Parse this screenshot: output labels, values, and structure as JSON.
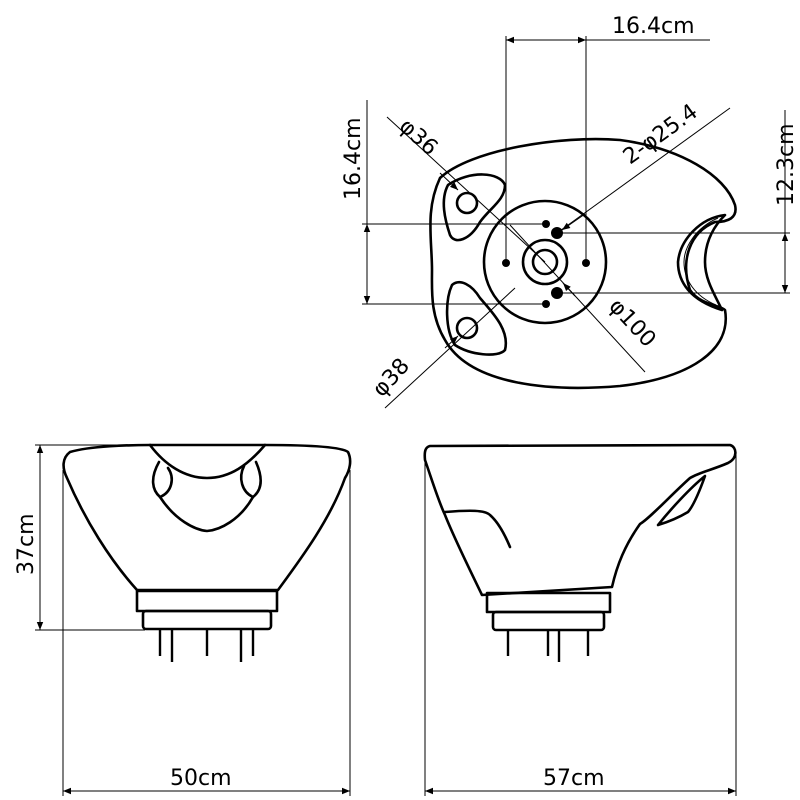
{
  "diagram": {
    "title": "Shampoo bowl dimension drawing",
    "views": {
      "top": {
        "labels": {
          "top_width": "16.4cm",
          "left_height": "16.4cm",
          "right_height": "12.3cm",
          "hole_top_left": "φ36",
          "hole_bottom_left": "φ38",
          "mount_holes": "2-φ25.4",
          "base_diameter": "φ100"
        }
      },
      "front": {
        "labels": {
          "height": "37cm",
          "width": "50cm"
        }
      },
      "side": {
        "labels": {
          "depth": "57cm"
        }
      }
    },
    "colors": {
      "line": "#000000",
      "background": "#ffffff"
    }
  }
}
